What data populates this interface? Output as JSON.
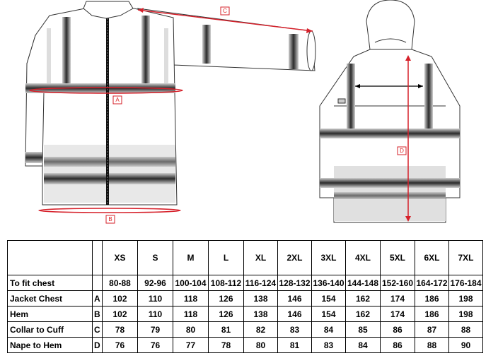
{
  "diagram": {
    "markers": {
      "A": "A",
      "B": "B",
      "C": "C",
      "D": "D"
    },
    "colors": {
      "measure": "#d6202a",
      "outline": "#333333",
      "tape": "#6e6e6e",
      "hi_vis": "#e8e8e8"
    }
  },
  "table": {
    "sizes": [
      "XS",
      "S",
      "M",
      "L",
      "XL",
      "2XL",
      "3XL",
      "4XL",
      "5XL",
      "6XL",
      "7XL"
    ],
    "rows": [
      {
        "label": "To fit chest",
        "letter": "",
        "values": [
          "80-88",
          "92-96",
          "100-104",
          "108-112",
          "116-124",
          "128-132",
          "136-140",
          "144-148",
          "152-160",
          "164-172",
          "176-184"
        ]
      },
      {
        "label": "Jacket Chest",
        "letter": "A",
        "values": [
          "102",
          "110",
          "118",
          "126",
          "138",
          "146",
          "154",
          "162",
          "174",
          "186",
          "198"
        ]
      },
      {
        "label": "Hem",
        "letter": "B",
        "values": [
          "102",
          "110",
          "118",
          "126",
          "138",
          "146",
          "154",
          "162",
          "174",
          "186",
          "198"
        ]
      },
      {
        "label": "Collar to Cuff",
        "letter": "C",
        "values": [
          "78",
          "79",
          "80",
          "81",
          "82",
          "83",
          "84",
          "85",
          "86",
          "87",
          "88"
        ]
      },
      {
        "label": "Nape to Hem",
        "letter": "D",
        "values": [
          "76",
          "76",
          "77",
          "78",
          "80",
          "81",
          "83",
          "84",
          "86",
          "88",
          "90"
        ]
      }
    ]
  }
}
